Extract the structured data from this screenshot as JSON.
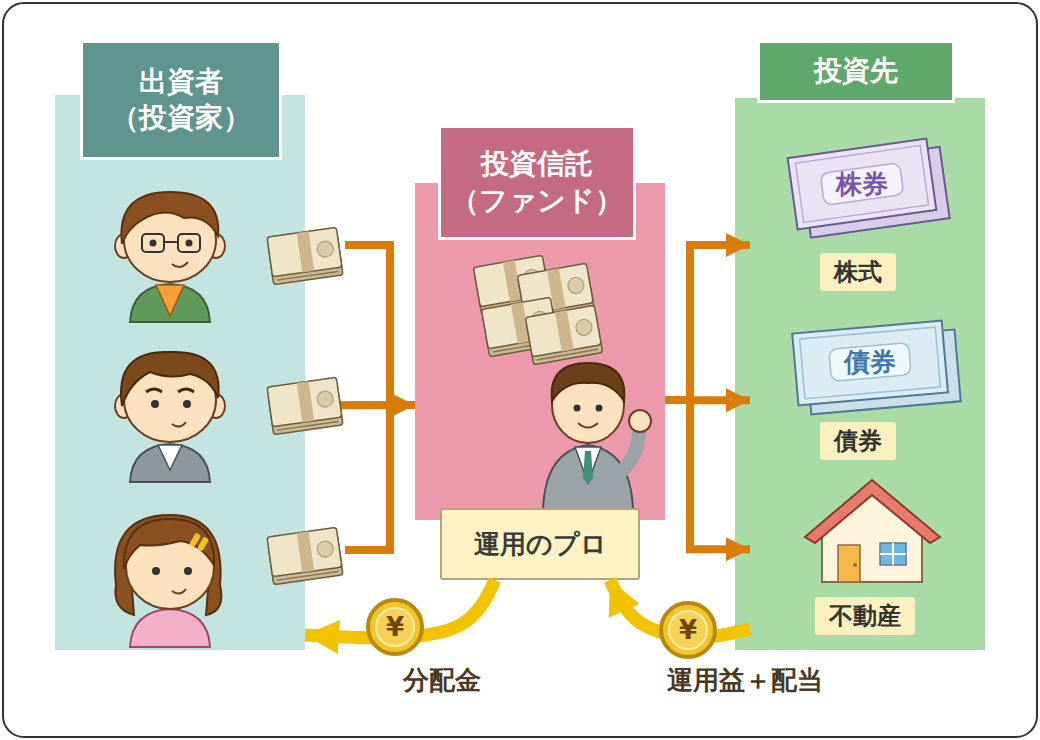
{
  "diagram": {
    "nodes": [
      {
        "text": [
          "出資者 （投資家）"
        ]
      },
      {
        "text": [
          "投資信託 （ファンド）"
        ]
      },
      {
        "text": [
          "運用のプロ"
        ],
        "in": 1
      },
      {
        "text": [
          "投資先"
        ]
      },
      {
        "text": [
          "株式"
        ],
        "in": 3
      },
      {
        "text": [
          "債券"
        ],
        "in": 3
      },
      {
        "text": [
          "不動産"
        ],
        "in": 3
      }
    ],
    "edges": [
      {
        "from": 0,
        "to": 1,
        "arrow": "to"
      },
      {
        "from": 1,
        "to": 4,
        "arrow": "to"
      },
      {
        "from": 1,
        "to": 5,
        "arrow": "to"
      },
      {
        "from": 1,
        "to": 6,
        "arrow": "to"
      },
      {
        "from": 6,
        "to": 2,
        "arrow": "to",
        "label": "運用益＋配当"
      },
      {
        "from": 2,
        "to": 0,
        "arrow": "to",
        "label": "分配金"
      }
    ],
    "labels": [
      "株券",
      "債券",
      "¥",
      "¥"
    ]
  }
}
